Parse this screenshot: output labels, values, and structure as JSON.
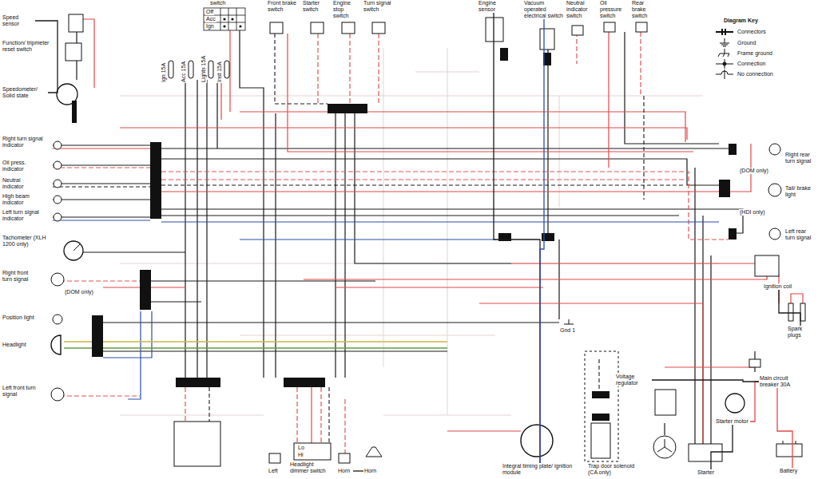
{
  "diagram": {
    "nodes": [
      {
        "text": [
          "Speed sensor"
        ]
      },
      {
        "text": [
          "Function/ tripmeter reset switch"
        ]
      },
      {
        "text": [
          "Speedometer/ Solid state"
        ]
      },
      {
        "text": [
          "Right turn signal indicator"
        ]
      },
      {
        "text": [
          "Oil press. indicator"
        ]
      },
      {
        "text": [
          "Neutral indicator"
        ]
      },
      {
        "text": [
          "High beam indicator"
        ]
      },
      {
        "text": [
          "Left turn signal indicator"
        ]
      },
      {
        "text": [
          "Tachometer (XLH 1200 only)"
        ]
      },
      {
        "text": [
          "Right front turn signal"
        ]
      },
      {
        "text": [
          "Position light"
        ]
      },
      {
        "text": [
          "Headlight"
        ]
      },
      {
        "text": [
          "Left front turn signal"
        ]
      },
      {
        "text": [
          "switch"
        ]
      },
      {
        "text": [
          "Front brake switch"
        ]
      },
      {
        "text": [
          "Starter switch"
        ]
      },
      {
        "text": [
          "Engine stop switch"
        ]
      },
      {
        "text": [
          "Turn signal switch"
        ]
      },
      {
        "text": [
          "Engine sensor"
        ]
      },
      {
        "text": [
          "Vacuum operated electrical switch"
        ]
      },
      {
        "text": [
          "Neutral indicator switch"
        ]
      },
      {
        "text": [
          "Oil pressure switch"
        ]
      },
      {
        "text": [
          "Rear brake switch"
        ]
      },
      {
        "text": [
          "Right rear turn signal"
        ]
      },
      {
        "text": [
          "Tail/ brake light"
        ]
      },
      {
        "text": [
          "Left rear turn signal"
        ]
      },
      {
        "text": [
          "Ignition coil"
        ]
      },
      {
        "text": [
          "Spark plugs"
        ]
      },
      {
        "text": [
          "Main circuit breaker 30A"
        ]
      },
      {
        "text": [
          "Starter motor"
        ]
      },
      {
        "text": [
          "Voltage regulator"
        ]
      },
      {
        "text": [
          "Battery"
        ]
      },
      {
        "text": [
          "Starter"
        ]
      },
      {
        "text": [
          "Trap door solenoid (CA only)"
        ]
      },
      {
        "text": [
          "Integral timing plate/ ignition module"
        ]
      },
      {
        "text": [
          "Left"
        ]
      },
      {
        "text": [
          "Headlight dimmer switch"
        ]
      },
      {
        "text": [
          "Horn"
        ]
      },
      {
        "text": [
          "Horn"
        ]
      }
    ],
    "edges": [
      {
        "from": 0,
        "to": 2,
        "arrow": "none"
      },
      {
        "from": 26,
        "to": 27,
        "arrow": "none"
      },
      {
        "from": 31,
        "to": 28,
        "arrow": "none"
      },
      {
        "from": 28,
        "to": 29,
        "arrow": "none"
      },
      {
        "from": 30,
        "to": 28,
        "arrow": "none"
      },
      {
        "from": 32,
        "to": 29,
        "arrow": "none"
      },
      {
        "from": 37,
        "to": 38,
        "arrow": "none"
      },
      {
        "from": 18,
        "to": 34,
        "arrow": "none"
      },
      {
        "from": 19,
        "to": 34,
        "arrow": "none"
      }
    ],
    "labels": [
      "Off",
      "Acc",
      "Ign",
      "Ign 15A",
      "Acc 15A",
      "Lights 15A",
      "Inst 15A",
      "(DOM only)",
      "(DOM only)",
      "(HDI only)",
      "Gnd 1",
      "Diagram Key",
      "Lo",
      "Hi"
    ],
    "legend": [
      {
        "text": "Connectors"
      },
      {
        "text": "Ground"
      },
      {
        "text": "Frame ground"
      },
      {
        "text": "Connection"
      },
      {
        "text": "No connection"
      }
    ]
  }
}
